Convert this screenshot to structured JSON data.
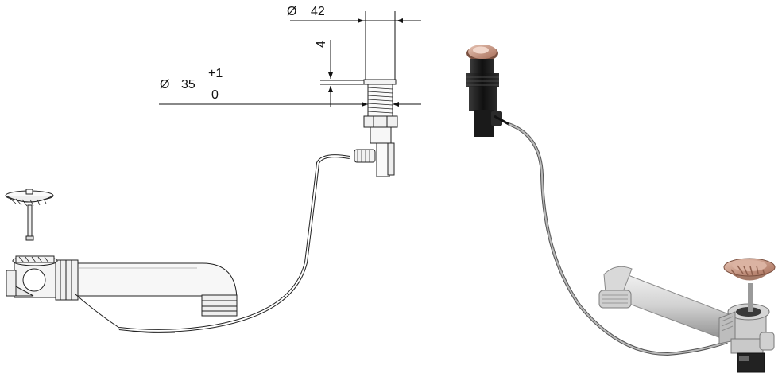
{
  "dimensions": {
    "top_diameter_symbol": "Ø",
    "top_diameter_value": "42",
    "height_value": "4",
    "hole_diameter_symbol": "Ø",
    "hole_diameter_value": "35",
    "tolerance_upper": "+1",
    "tolerance_lower": "0"
  },
  "colors": {
    "line": "#222222",
    "copper": "#c89a85",
    "copper_dark": "#8a5c4a",
    "metal_light": "#e6e6e6",
    "metal_mid": "#a9a9a9",
    "dark_body": "#1c1c1c"
  }
}
